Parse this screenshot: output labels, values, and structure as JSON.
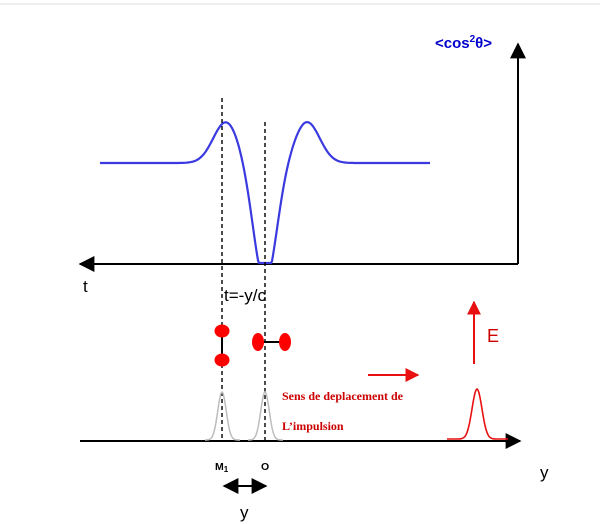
{
  "upper_plot": {
    "y_axis_label": {
      "prefix": "<cos",
      "superscript": "2",
      "suffix": "θ>"
    },
    "x_axis_label": "t",
    "marker_label": "t=-y/c"
  },
  "lower_plot": {
    "x_axis_label": "y",
    "field_label": "E",
    "propagation_text": {
      "line1": "Sens de deplacement de",
      "line2": "L’impulsion"
    },
    "marker_m_label": "M",
    "marker_m_subscript": "1",
    "marker_o_label": "O",
    "distance_label": "y"
  },
  "colors": {
    "curve": "#3a3ae0",
    "pulse": "#e81010",
    "molecule": "#ff0000",
    "ghost_pulse": "#bdbdbd",
    "axis": "#000000",
    "y_axis_label": "#0000cc"
  }
}
